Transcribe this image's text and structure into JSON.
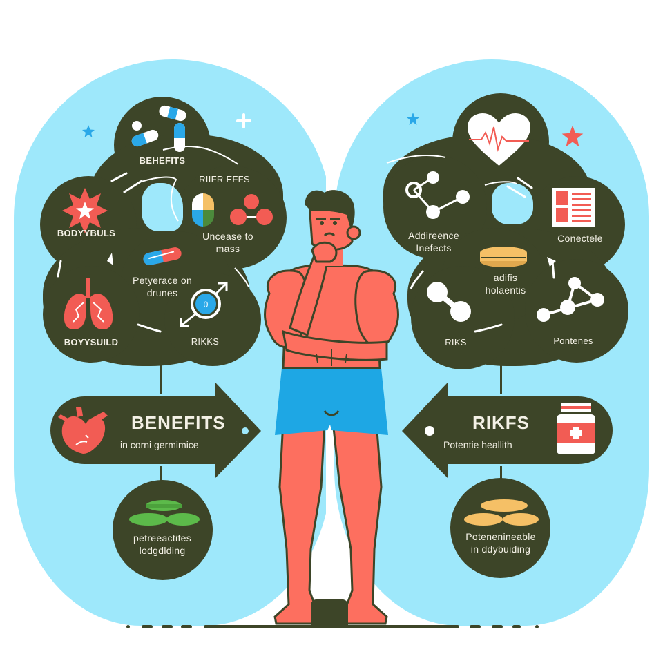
{
  "colors": {
    "background": "#ffffff",
    "lobe": "#9ee8fb",
    "bubble": "#3d4528",
    "bubble_text": "#f4f1e6",
    "skin": "#fd6f5f",
    "shorts": "#1ea7e4",
    "accent_red": "#f25c54",
    "accent_blue": "#2aa8e8",
    "pill_green": "#5cba4a",
    "pill_tan": "#f5c066"
  },
  "left_cluster": {
    "top_bubble": {
      "label": "BEHEFITS",
      "icon": "capsules-icon"
    },
    "upper_left_bubble": {
      "label": "BODYYBULS",
      "icon": "starburst-icon"
    },
    "upper_right_bubble": {
      "title": "RIIFR EFFS",
      "label_line1": "Uncease to",
      "label_line2": "mass",
      "icons": [
        "capsule-icon",
        "molecule-icon"
      ]
    },
    "center_bubble": {
      "label_line1": "Petyerace on",
      "label_line2": "drunes",
      "icon": "pill-icon"
    },
    "lower_left_bubble": {
      "label": "BOYYSUILD",
      "icon": "lungs-icon"
    },
    "lower_right_bubble": {
      "label": "RIKKS",
      "icon": "male-symbol-icon",
      "badge": "0"
    }
  },
  "right_cluster": {
    "top_bubble": {
      "icon": "heartbeat-icon"
    },
    "upper_left_bubble": {
      "label_line1": "Addireence",
      "label_line2": "Inefects",
      "icon": "network-icon"
    },
    "upper_right_bubble": {
      "label": "Conectele",
      "icon": "document-icon"
    },
    "center_bubble": {
      "label_line1": "adifis",
      "label_line2": "holaentis",
      "icon": "tablets-icon"
    },
    "lower_left_bubble": {
      "label": "RIKS",
      "icon": "dumbbell-molecule-icon"
    },
    "lower_right_bubble": {
      "label": "Pontenes",
      "icon": "triangle-molecule-icon"
    }
  },
  "benefits_arrow": {
    "title": "BENEFITS",
    "subtitle": "in corni germimice",
    "icon": "heart-organ-icon",
    "direction": "right"
  },
  "risks_arrow": {
    "title": "RIKFS",
    "subtitle": "Potentie heallith",
    "icon": "medicine-bottle-icon",
    "direction": "left"
  },
  "bottom_left_bubble": {
    "label_line1": "petreeactifes",
    "label_line2": "lodgdlding",
    "icon": "green-tablets-icon"
  },
  "bottom_right_bubble": {
    "label_line1": "Potenenineable",
    "label_line2": "in ddybuiding",
    "icon": "tan-tablets-icon"
  },
  "figure": {
    "description": "muscular man thinking, hand on chin, blue shorts",
    "icon": "thinking-man-figure"
  }
}
